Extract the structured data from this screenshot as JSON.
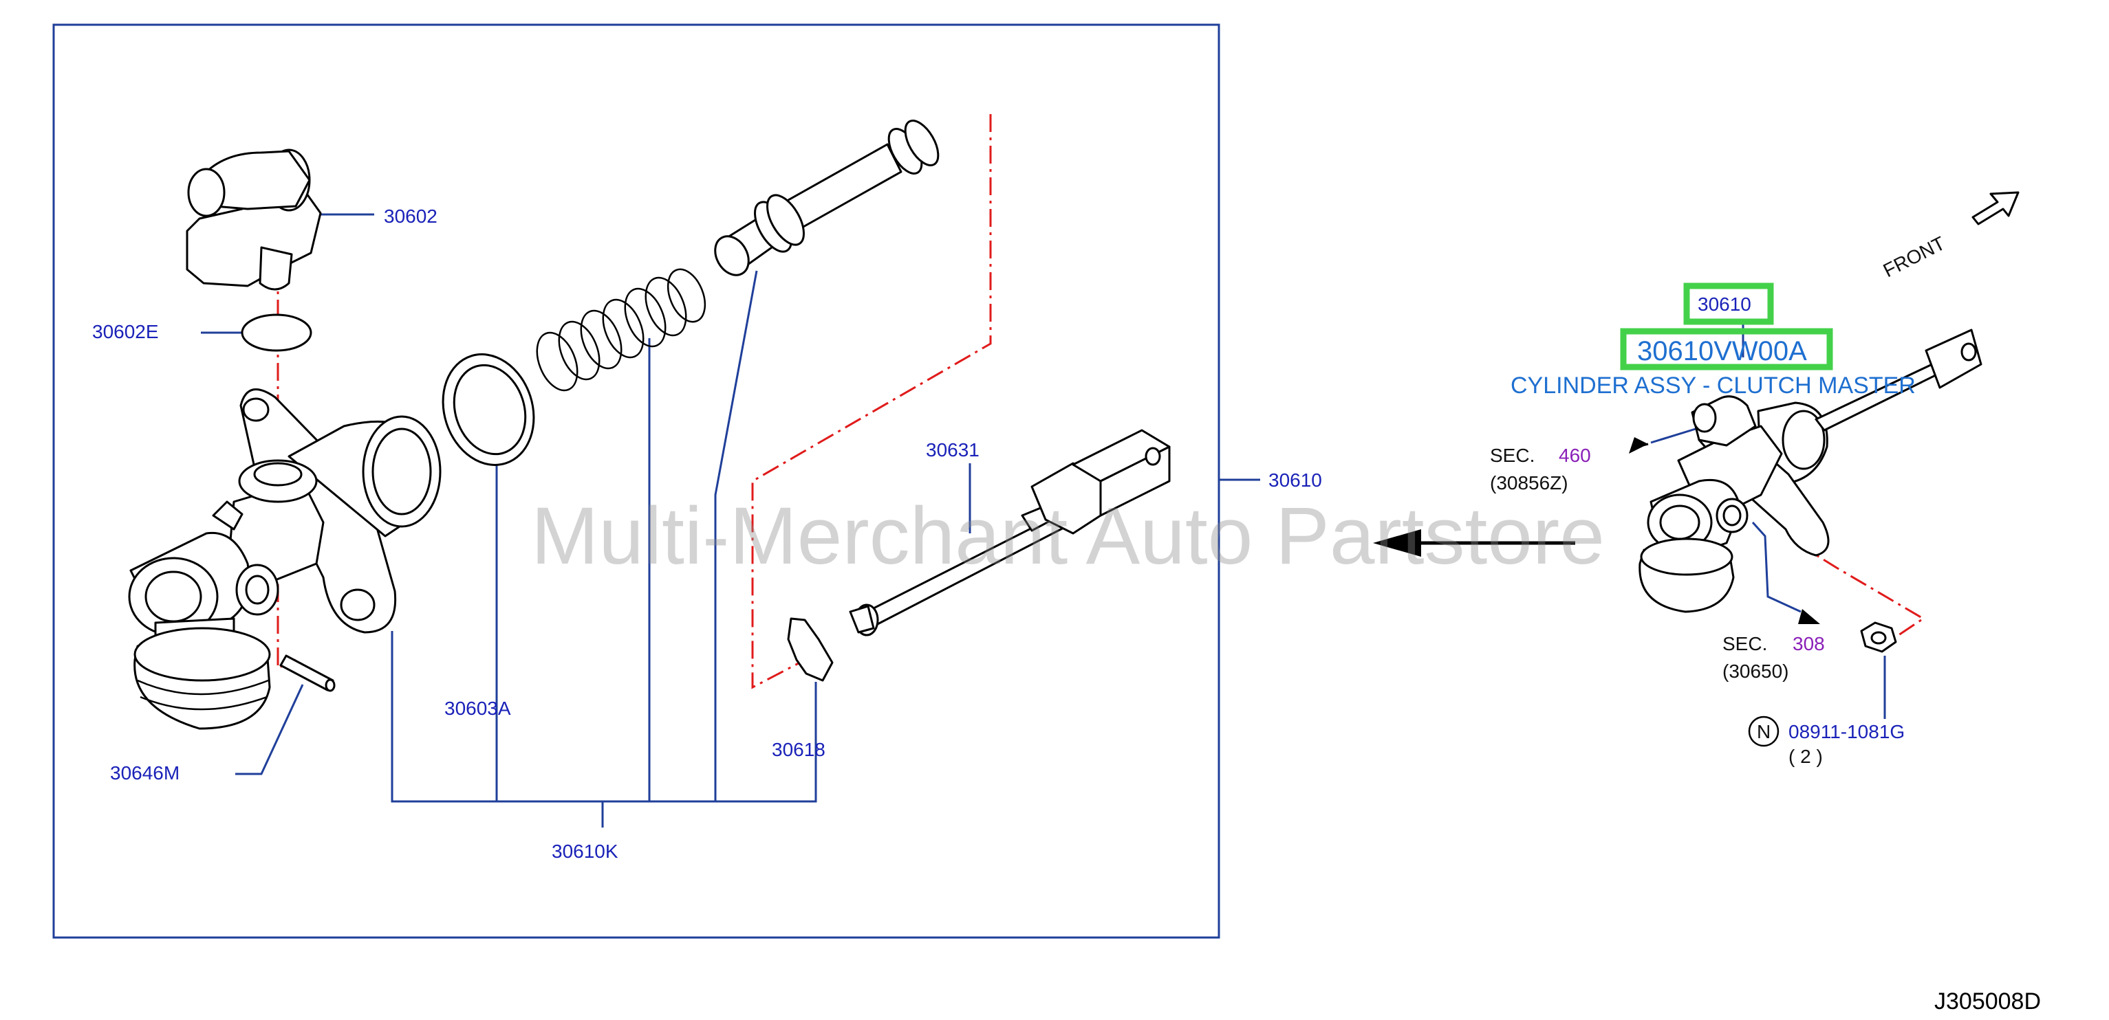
{
  "watermark": "Multi-Merchant Auto Partstore",
  "diagram_code": "J305008D",
  "front_label": "FRONT",
  "highlight": {
    "part_number": "30610",
    "catalog_number": "30610VW00A",
    "description": "CYLINDER ASSY - CLUTCH MASTER"
  },
  "callouts": {
    "p30602": "30602",
    "p30602E": "30602E",
    "p30646M": "30646M",
    "p30603A": "30603A",
    "p30610K": "30610K",
    "p30618": "30618",
    "p30631": "30631",
    "p30610": "30610",
    "p08911": "08911-1081G",
    "qty08911": "( 2 )",
    "n_symbol": "N"
  },
  "sections": {
    "sec_a": {
      "prefix": "SEC.",
      "number": "460",
      "ref": "(30856Z)"
    },
    "sec_b": {
      "prefix": "SEC.",
      "number": "308",
      "ref": "(30650)"
    }
  },
  "colors": {
    "callout_blue": "#1a22b8",
    "leader_blue": "#1f3f9a",
    "center_line_red": "#e01b1b",
    "section_purple": "#8a1fb8",
    "highlight_green": "#44d14a",
    "highlight_text_blue": "#1e6fd0"
  }
}
